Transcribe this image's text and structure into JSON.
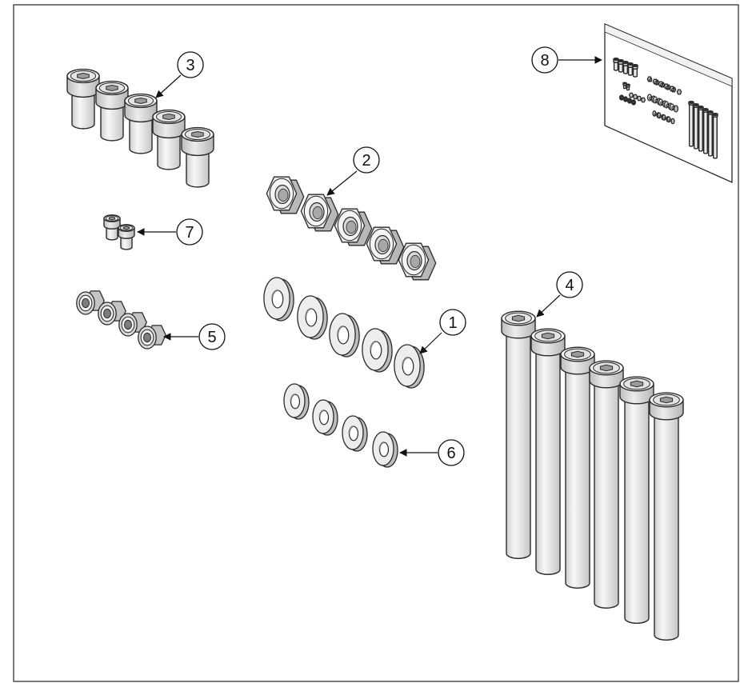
{
  "diagram": {
    "callouts": [
      {
        "id": "1",
        "label": "1"
      },
      {
        "id": "2",
        "label": "2"
      },
      {
        "id": "3",
        "label": "3"
      },
      {
        "id": "4",
        "label": "4"
      },
      {
        "id": "5",
        "label": "5"
      },
      {
        "id": "6",
        "label": "6"
      },
      {
        "id": "7",
        "label": "7"
      },
      {
        "id": "8",
        "label": "8"
      }
    ],
    "parts": [
      {
        "callout": "1",
        "name": "large-flat-washer",
        "quantity": 5
      },
      {
        "callout": "2",
        "name": "hex-nut",
        "quantity": 5
      },
      {
        "callout": "3",
        "name": "short-socket-head-cap-screw",
        "quantity": 5
      },
      {
        "callout": "4",
        "name": "long-socket-head-cap-screw",
        "quantity": 6
      },
      {
        "callout": "5",
        "name": "nylon-lock-nut",
        "quantity": 4
      },
      {
        "callout": "6",
        "name": "small-flat-washer",
        "quantity": 4
      },
      {
        "callout": "7",
        "name": "small-socket-head-cap-screw",
        "quantity": 2
      },
      {
        "callout": "8",
        "name": "hardware-card",
        "quantity": 1
      }
    ]
  },
  "colors": {
    "line": "#2a2a2a",
    "metal_light": "#f4f4f4",
    "metal_mid": "#e2e2e2",
    "metal_dark": "#bcbcbc",
    "background": "#ffffff"
  }
}
